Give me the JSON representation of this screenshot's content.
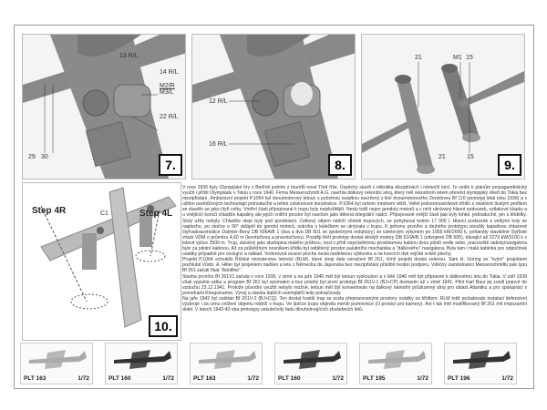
{
  "steps": [
    {
      "number": "7.",
      "labels": [
        "13 R/L",
        "14 R/L",
        "M2/R",
        "M3/L",
        "22 R/L",
        "29",
        "30"
      ]
    },
    {
      "number": "8.",
      "labels": [
        "12 R/L",
        "16 R/L"
      ]
    },
    {
      "number": "9.",
      "labels": [
        "21",
        "M1",
        "15",
        "21",
        "15"
      ]
    },
    {
      "number": "10.",
      "labels": [
        "Step 4R",
        "Step 4L",
        "C1"
      ]
    }
  ],
  "history_text": [
    "V roce 1936 byly Olympijské hry v Berlíně jedním z triumfů nové Třetí říše. Úspěchy slavili v několika disciplínách i němečtí letci. To vedlo k plánům propagandistický využít i příští Olympiádu v Tokiu v roce 1940. Firma Messerschmitt A.G. navrhla dálkový rekordní stroj, který měl rekordním letem přenést olympijský oheň do Tokia bez mezipřistání. Ambiciózní projekt P.1064 byl dvoumotorový letoun s početnou osádkou navržený z linií dvoumotorového Zerstöreru Bf 110 (prototyp létal roku 1936) a s užitím osvědčených technologií jednoduché a lehké celokovové konstrukce. P.1064 byl ovšem mnohem větší. Velké jednoronosníkové křídlo s relativně tlustým profilem se stavělo se jako čtyři celky. Vnitřní části připojované k trupu byly nejsložitější. Nesly totiž nejen gondoly motorů a v nich ukrývaný hlavní podvozek, vztlakové klapky a u vnějších konců chladiče kapaliny ale jejich vnitřní prostor byl navržen jako dělená integrální nádrž. Připojované vnější části pak byly lehké, jednoduché, jen s křidélky. Sloty užity nebyly. Chladiče oleje byly pod gondolami. Celkový objem nádrží včetně trupových, se pohyboval kolem 17 000 l. Hlavní podvozek s velkými koly se naplocho, po otočce o 90° sklápěl do gondol motorů, ostruha s kolečkem se ukrývala v trupu. K pohonu prvního a druhého prototypu sloužily kapalinou chlazené čtyřvadvacetiválce Daimler-Benz DB 606A/B 1 (dva a dva DB 601 se společnými reduktory) se vzletovým výkonem po 1955 kW/2660 k, poháněly stavitelné čtyřlisté vrtule VDM o průměru 4,60 m (levotočivou a pravotočivou). Později třetí prototyp dostal silnější motory DB 610A/B 1 (zdvojené DB 605), dávající až 2279 kW/3100 k v letové výšce 2500 m. Trup, stavěný jako skořepina malého průřezu, nesl v přídi neprůstřelnou proskleenou kabinu dvou pilotů vedle sebe, pracoviště radisty/navigátora bylo za pilotní kabinou. Až za průběžným nosníkem křídla byl oddělený prostor palubního mechanika a \"dálkového\" navigátora. Byla tam i malá kabinka pro odpočinek osádky případně pro cestující a náklad. Vodorovná ocasní plocha nesla nedělenou výškovku a na koncích dvě vejčité svislé plochy.",
    "Projekt P.1064 schválilo Říšské ministerstvo letectví (RLM), které stroji dalo označení Bf 261, čímž projekt dostal zelenou. Sám H. Göring se \"svým\" projektem pochlubil Vůdci. A. Hitler byl projektem nadšen a letu z Německa do Japonska bez mezipřistání přislíbil osobní podporu. Vděčný zaměstnanci Messerschmittu pak typu Bf 261 začali říkat \"Adolfine\".",
    "Stavba prvního Bf 261V1 začala v roce 1939, v zimě a na jaře 1940 měl být letoun vyzkoušen a v létě 1940 měl být připraven k dálkovému letu do Tokia. V září 1939 však vypukla válka a program Bf 261 byl zpomalen a bez priority byl první prototyp Bf 261V-1 (BJ+CP) dostavěn až v zimě 1941. Pilot Karl Baur jej zvedl poprvé do vzduchu 23.12.1941. Protože původní využití nebylo možné, letoun měl být konvertován na dálkový námořní průzkumný stroj pro oblast Atlantiku a pro spolupráci s ponorkami Kriegsmarine. Vývoj a stavba dalších exemplářů tedy pokračovaly.",
    "Na jaře 1942 byl zalétán Bf 261V-2 (BJ+CQ). Ten dostal hustší trup se zcela přepracovanými prostory osádky za křídlem. RLM totiž požadovalo instalaci defenzivní výzbroje i za cenu snížení objemu nádrží v trupu. Ve špičce trupu objevila menší pumovnice (či prostor pro kamery). Ani I tak měl modifikovaný Bf 261 mít impozantní dolet. V letech 1942-43 oba prototypy uskutečnily řadu dlouhotrvajících zkušebních letů."
  ],
  "related_kits": [
    {
      "code": "PLT 163",
      "scale": "1/72",
      "tone": "light"
    },
    {
      "code": "PLT 160",
      "scale": "1/72",
      "tone": "dark"
    },
    {
      "code": "PLT 163",
      "scale": "1/72",
      "tone": "light"
    },
    {
      "code": "PLT 160",
      "scale": "1/72",
      "tone": "dark"
    },
    {
      "code": "PLT 195",
      "scale": "1/72",
      "tone": "light"
    },
    {
      "code": "PLT 196",
      "scale": "1/72",
      "tone": "dark"
    }
  ]
}
